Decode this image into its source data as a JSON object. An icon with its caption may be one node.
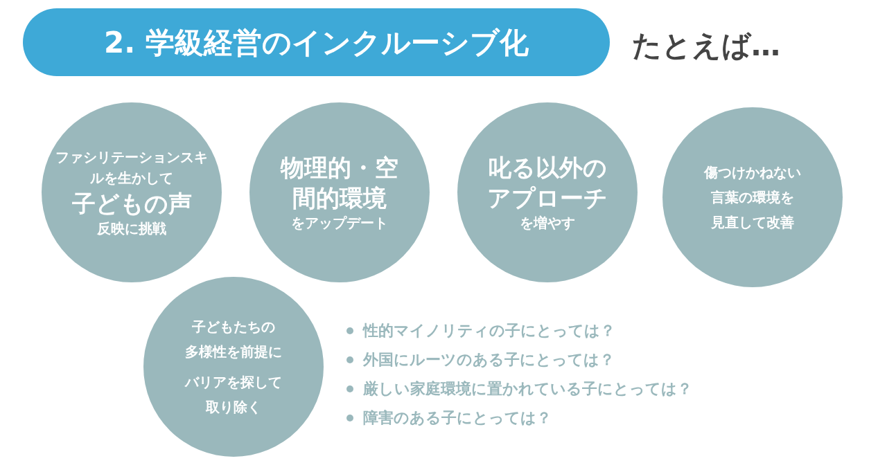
{
  "diagram": {
    "title": "2. 学級経営のインクルーシブ化",
    "nodes": [
      {
        "text": [
          "ファシリテーションスキルを生かして",
          "子どもの声",
          "反映に挑戦"
        ]
      },
      {
        "text": [
          "物理的・空間的環境",
          "をアップデート"
        ]
      },
      {
        "text": [
          "叱る以外のアプローチ",
          "を増やす"
        ]
      },
      {
        "text": [
          "傷つけかねない",
          "**言葉の環境**を",
          "見直して改善"
        ]
      },
      {
        "text": [
          "子どもたちの",
          "**多様性**を前提に",
          "**バリア**を探して",
          "取り除く"
        ]
      }
    ],
    "labels": [
      "たとえば…",
      "性的マイノリティの子にとっては？",
      "外国にルーツのある子にとっては？",
      "厳しい家庭環境に置かれている子にとっては？",
      "障害のある子にとっては？"
    ]
  }
}
